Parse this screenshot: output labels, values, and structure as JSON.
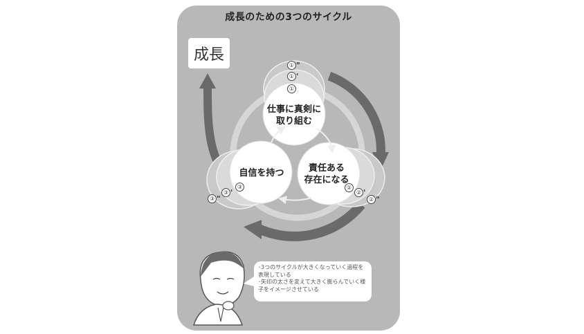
{
  "title": "成長のための3つのサイクル",
  "growth_label": "成長",
  "circles": {
    "top": "仕事に真剣に\n取り組む",
    "right": "責任ある\n存在になる",
    "left": "自信を持つ"
  },
  "tags": {
    "t1": "①",
    "t1p": "①",
    "t1pp": "①",
    "t2": "②",
    "t2p": "②",
    "t2pp": "②",
    "t3": "③",
    "t3p": "③",
    "t3pp": "③",
    "prime": "'",
    "dprime": "\""
  },
  "bubble": {
    "line1": "･3つのサイクルが大きくなっていく過程を表現している",
    "line2": "･矢印の太さを変えて大きく膨らんでいく様子をイメージさせている"
  }
}
